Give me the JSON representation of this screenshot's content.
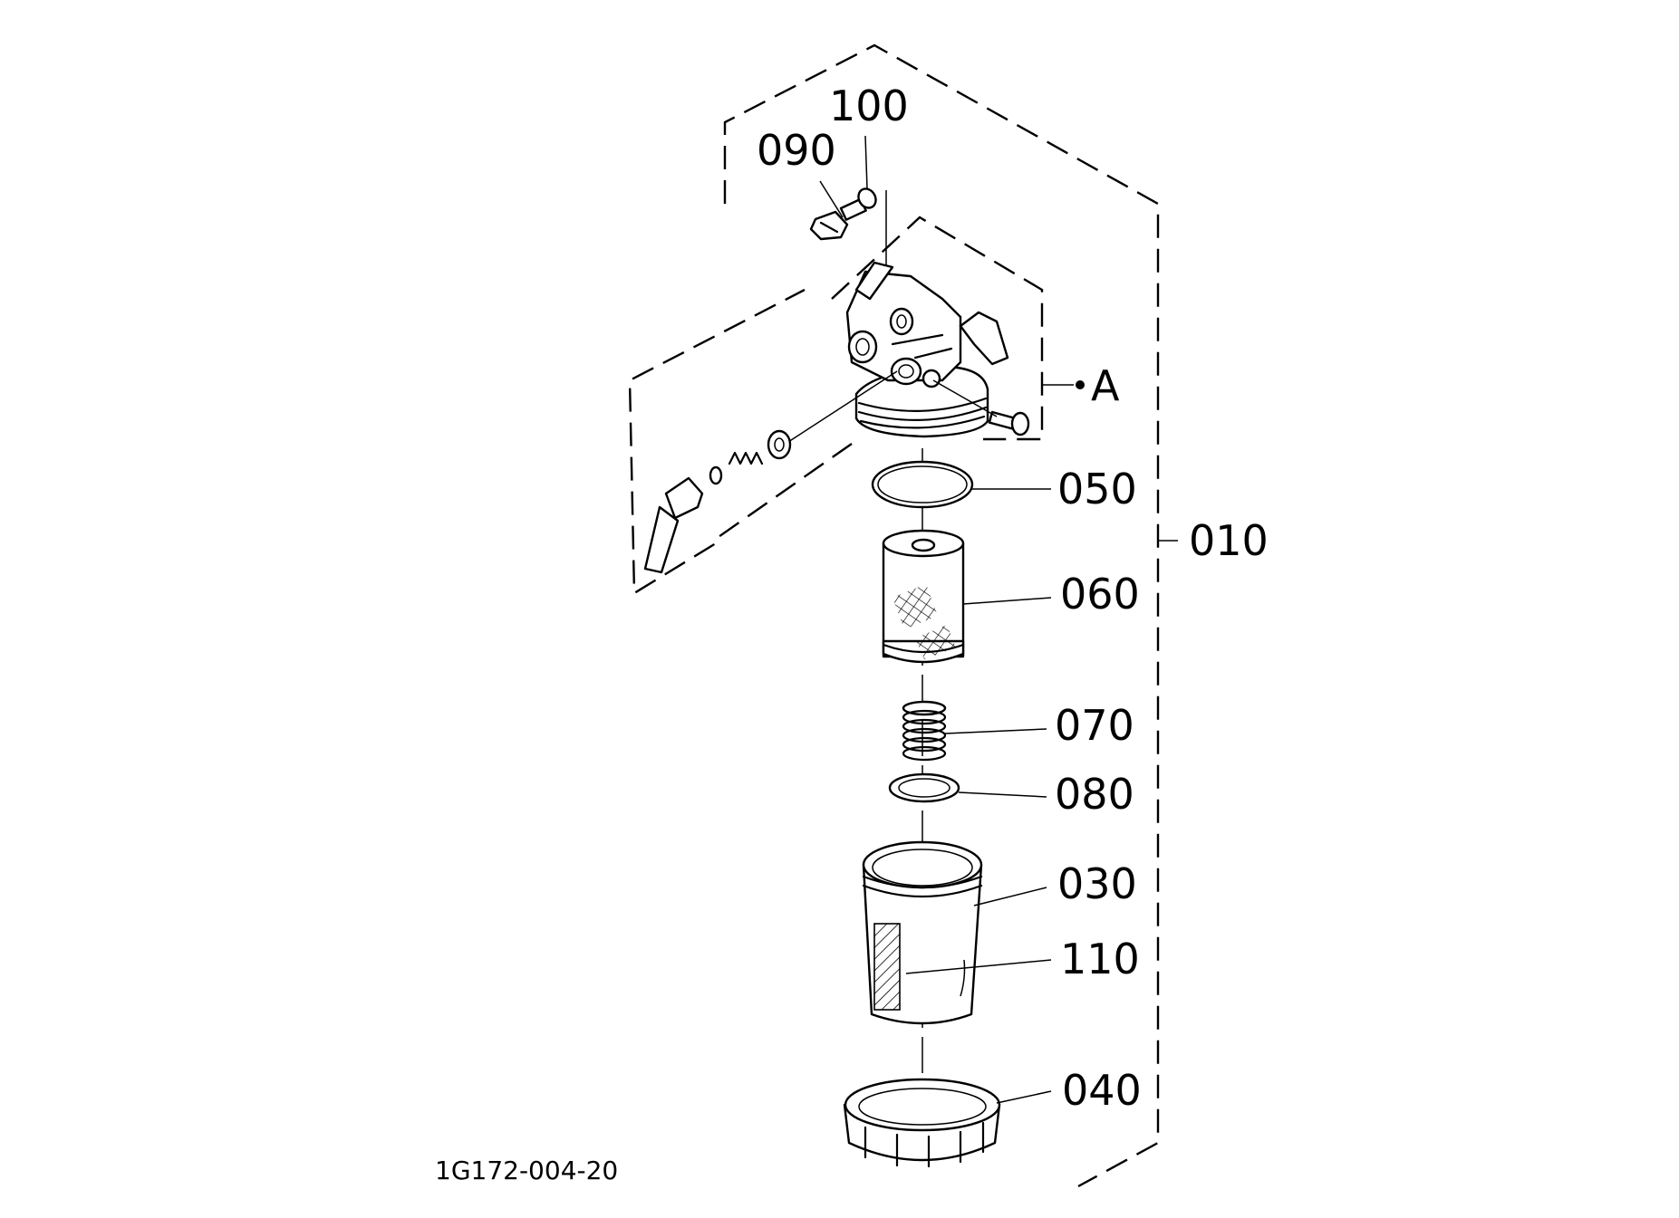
{
  "callouts": {
    "p100": "100",
    "p090": "090",
    "pA": "A",
    "p050": "050",
    "p010": "010",
    "p060": "060",
    "p070": "070",
    "p080": "080",
    "p030": "030",
    "p110": "110",
    "p040": "040"
  },
  "drawing_code": "1G172-004-20"
}
